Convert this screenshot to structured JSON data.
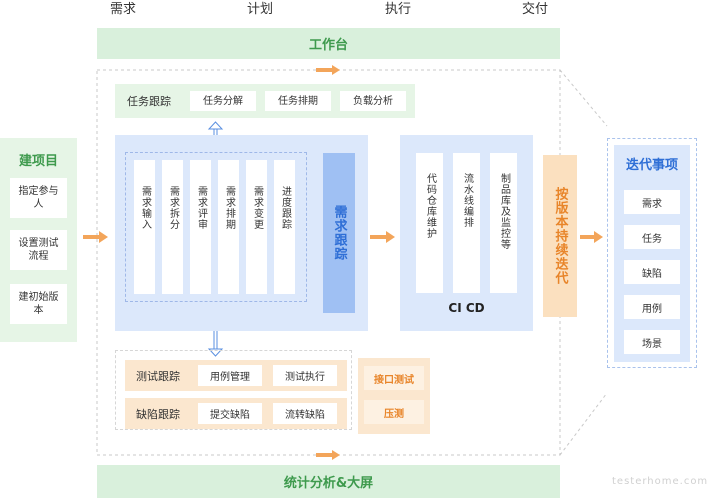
{
  "phases": [
    "需求",
    "计划",
    "执行",
    "交付"
  ],
  "top_bar": "工作台",
  "bottom_bar": "统计分析&大屏",
  "project": {
    "title": "建项目",
    "items": [
      "指定参与人",
      "设置测试流程",
      "建初始版本"
    ]
  },
  "task_track": {
    "label": "任务跟踪",
    "items": [
      "任务分解",
      "任务排期",
      "负载分析"
    ]
  },
  "requirement_columns": [
    "需求输入",
    "需求拆分",
    "需求评审",
    "需求排期",
    "需求变更",
    "进度跟踪"
  ],
  "requirement_track": "需求跟踪",
  "cicd": {
    "columns": [
      "代码仓库维护",
      "流水线编排",
      "制品库及监控等"
    ],
    "label": "CI CD"
  },
  "version_iter": "按版本持续迭代",
  "test_track": {
    "label": "测试跟踪",
    "items": [
      "用例管理",
      "测试执行"
    ]
  },
  "defect_track": {
    "label": "缺陷跟踪",
    "items": [
      "提交缺陷",
      "流转缺陷"
    ]
  },
  "extra_tests": [
    "接口测试",
    "压测"
  ],
  "iteration": {
    "title": "迭代事项",
    "items": [
      "需求",
      "任务",
      "缺陷",
      "用例",
      "场景"
    ]
  },
  "watermark": "testerhome.com",
  "colors": {
    "green": "#d9f0dc",
    "blue": "#dce8fb",
    "orange": "#fbe7cf",
    "accent_blue": "#2f6fd6",
    "accent_orange": "#e8852a"
  }
}
